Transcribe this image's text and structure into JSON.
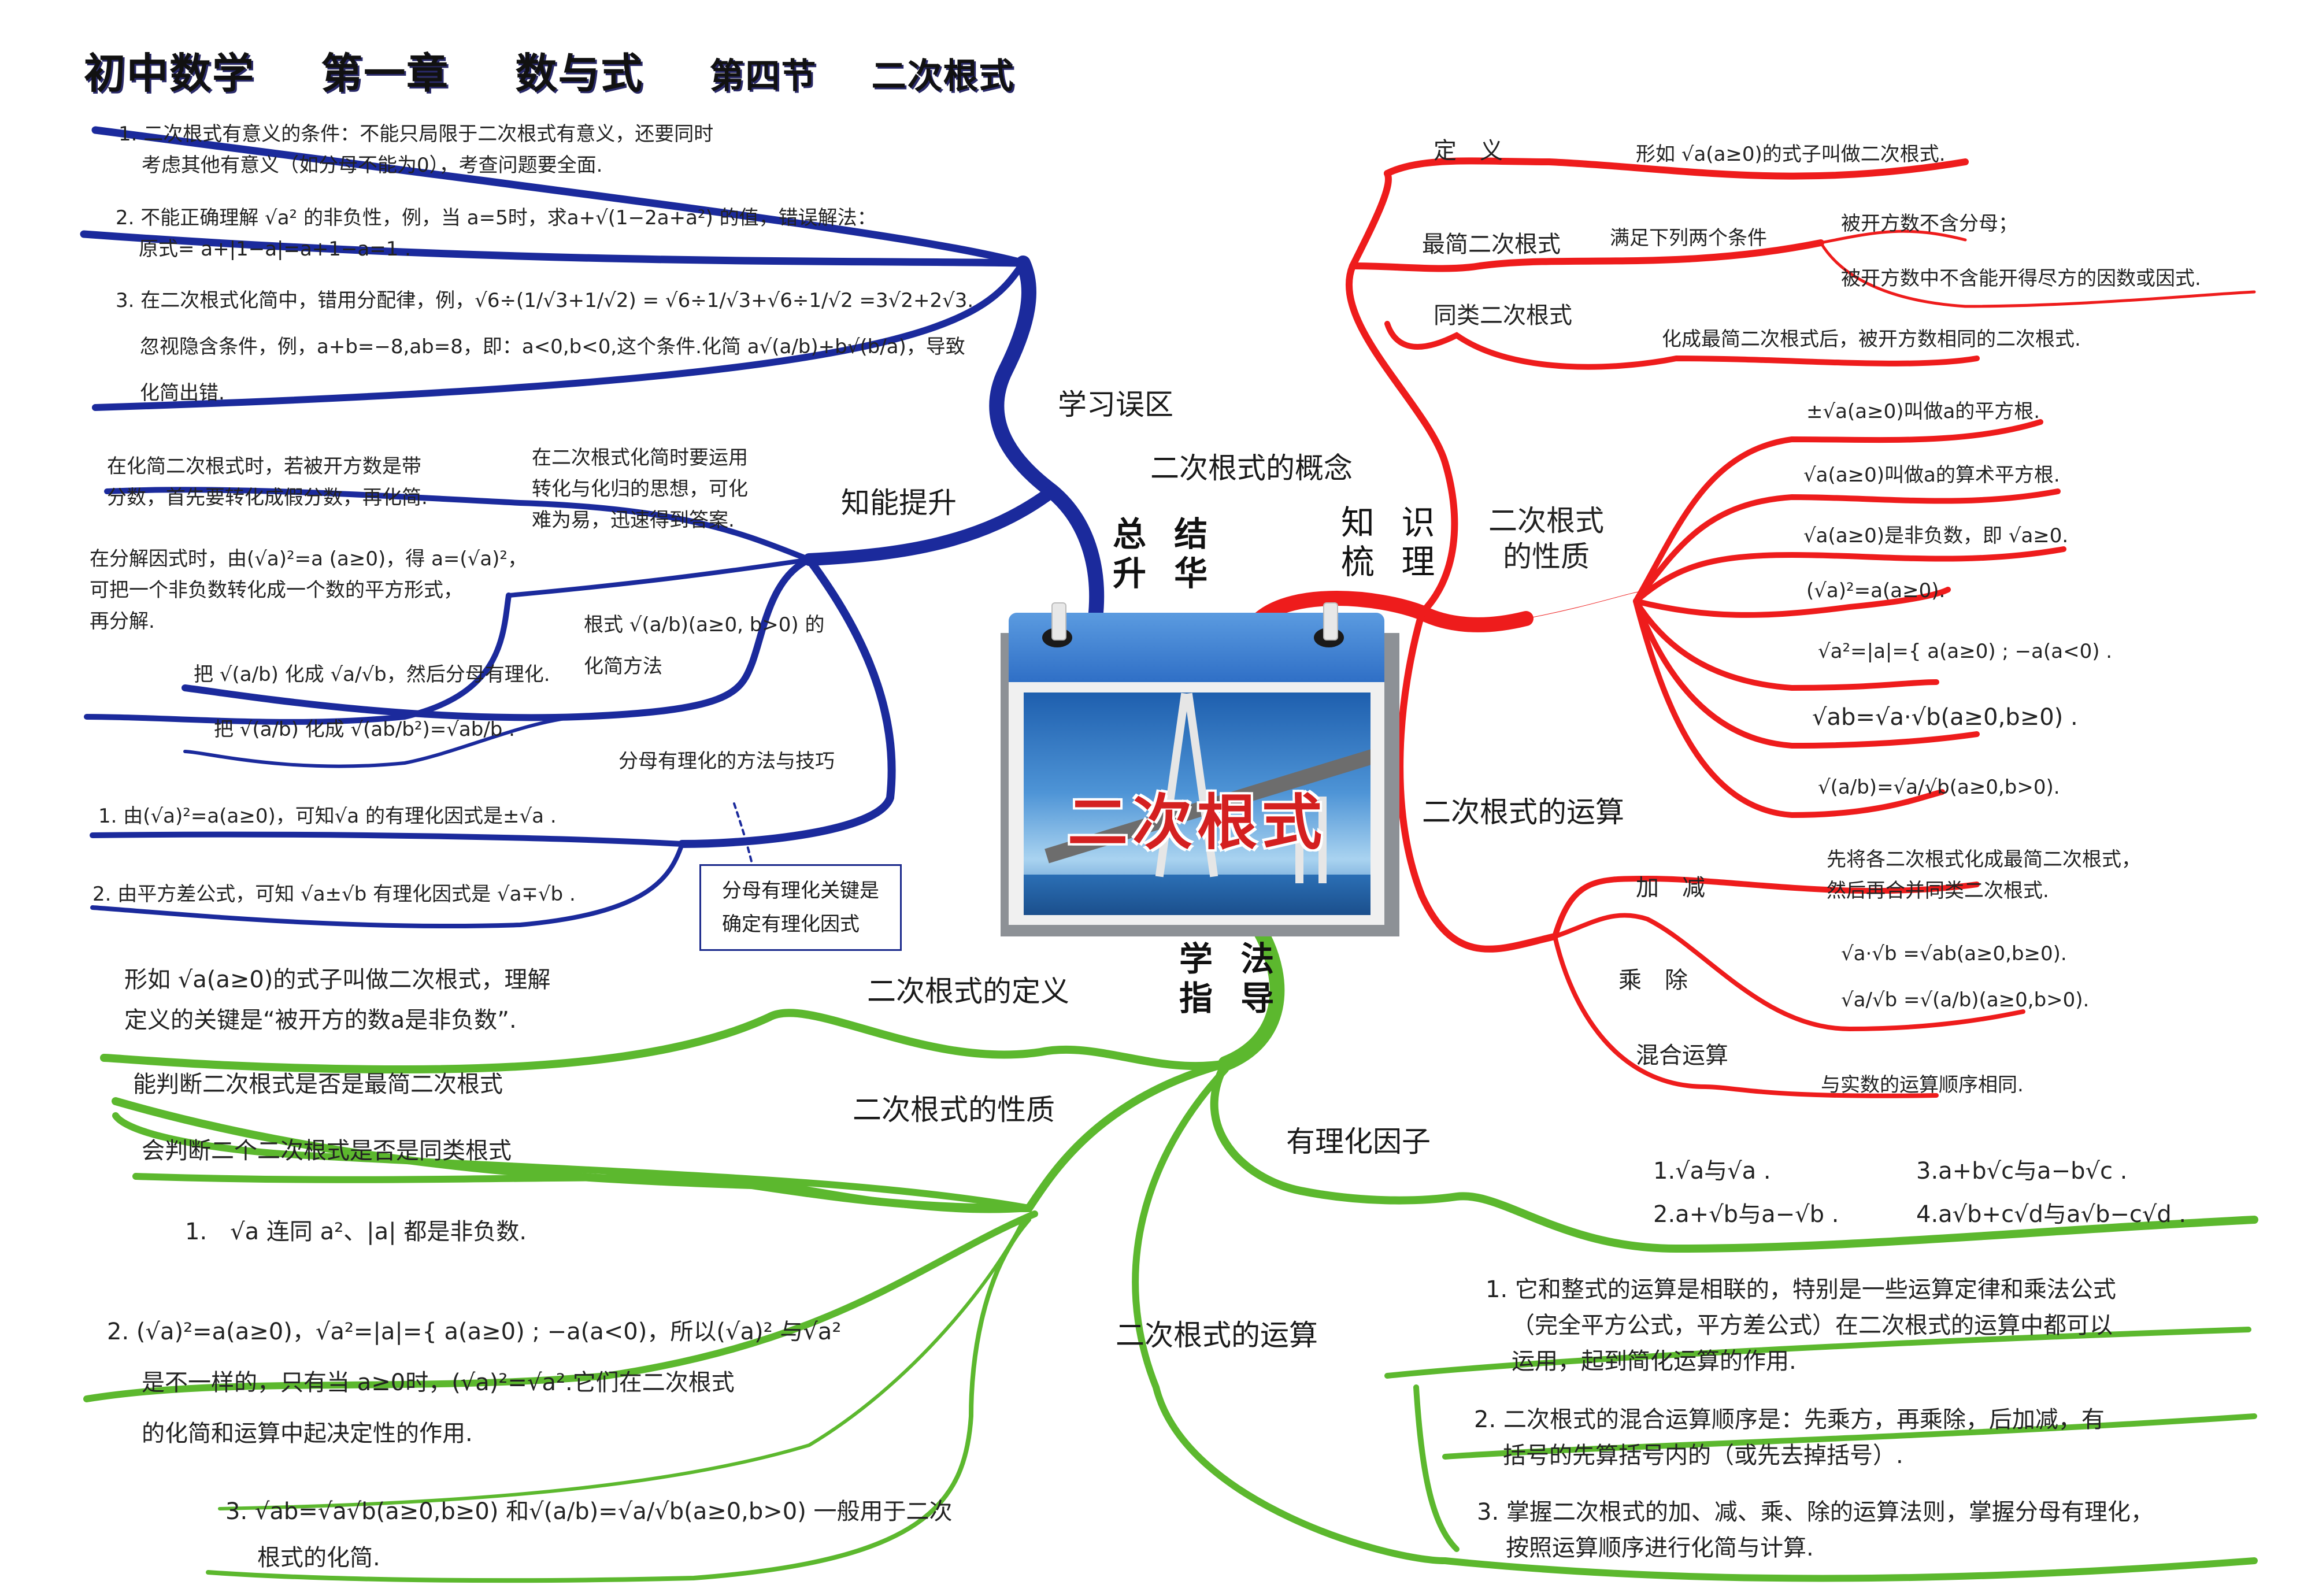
{
  "title": {
    "subject": "初中数学",
    "chapter": "第一章",
    "chapter_name": "数与式",
    "section": "第四节",
    "section_name": "二次根式"
  },
  "center": {
    "label": "二次根式",
    "icon": "calendar-bridge-image"
  },
  "colors": {
    "blue_branch": "#1b2a9c",
    "red_branch": "#ee1c1c",
    "green_branch": "#5cb82e",
    "calendar_head": "#3a7ad0",
    "center_text": "#d42020"
  },
  "hubs": {
    "summary": {
      "line1": "总 结",
      "line2": "升 华"
    },
    "knowledge": {
      "line1": "知 识",
      "line2": "梳 理"
    },
    "method": {
      "line1": "学 法",
      "line2": "指 导"
    }
  },
  "blue": {
    "mistakes": {
      "label": "学习误区",
      "items": [
        {
          "line1": "1. 二次根式有意义的条件：不能只局限于二次根式有意义，还要同时",
          "line2": "考虑其他有意义（如分母不能为0），考查问题要全面."
        },
        {
          "line1": "2. 不能正确理解 √a² 的非负性，例，当 a=5时，求a+√(1−2a+a²) 的值，错误解法：",
          "line2": "原式= a+|1−a|=a+1−a=1 ."
        },
        {
          "line1": "3. 在二次根式化简中，错用分配律，例，√6÷(1/√3+1/√2) = √6÷1/√3+√6÷1/√2 =3√2+2√3.",
          "line2": "忽视隐含条件，例，a+b=−8,ab=8，即：a<0,b<0,这个条件.化简 a√(a/b)+b√(b/a)，导致",
          "line3": "化简出错."
        }
      ]
    },
    "improve": {
      "label": "知能提升",
      "items": [
        {
          "line1": "在化简二次根式时，若被开方数是带",
          "line2": "分数，首先要转化成假分数，再化简."
        },
        {
          "line1": "在二次根式化简时要运用",
          "line2": "转化与化归的思想，可化",
          "line3": "难为易，迅速得到答案."
        },
        {
          "line1": "在分解因式时，由(√a)²=a (a≥0)，得 a=(√a)²，",
          "line2": "可把一个非负数转化成一个数的平方形式，",
          "line3": "再分解."
        },
        {
          "line1": "根式 √(a/b)(a≥0, b>0) 的",
          "line2": "化简方法"
        },
        {
          "text": "把 √(a/b) 化成 √a/√b，然后分母有理化."
        },
        {
          "text": "把 √(a/b) 化成 √(ab/b²)=√ab/b ."
        },
        {
          "text": "分母有理化的方法与技巧"
        },
        {
          "text": "1. 由(√a)²=a(a≥0)，可知√a 的有理化因式是±√a ."
        },
        {
          "text": "2. 由平方差公式，可知 √a±√b 有理化因式是 √a∓√b ."
        }
      ],
      "box": {
        "line1": "分母有理化关键是",
        "line2": "确定有理化因式"
      }
    }
  },
  "red": {
    "concept": {
      "label": "二次根式的概念",
      "definition": {
        "label": "定　义",
        "text": "形如 √a(a≥0)的式子叫做二次根式."
      },
      "simplest": {
        "label": "最简二次根式",
        "condition": "满足下列两个条件",
        "items": [
          "被开方数不含分母；",
          "被开方数中不含能开得尽方的因数或因式."
        ]
      },
      "similar": {
        "label": "同类二次根式",
        "text": "化成最简二次根式后，被开方数相同的二次根式."
      }
    },
    "properties": {
      "label_line1": "二次根式",
      "label_line2": "的性质",
      "items": [
        "±√a(a≥0)叫做a的平方根.",
        "√a(a≥0)叫做a的算术平方根.",
        "√a(a≥0)是非负数，即 √a≥0.",
        "(√a)²=a(a≥0).",
        "√a²=|a|={ a(a≥0) ; −a(a<0) .",
        "√ab=√a·√b(a≥0,b≥0) .",
        "√(a/b)=√a/√b(a≥0,b>0)."
      ]
    },
    "operations": {
      "label": "二次根式的运算",
      "add": {
        "label": "加　减",
        "line1": "先将各二次根式化成最简二次根式，",
        "line2": "然后再合并同类二次根式."
      },
      "mul": {
        "label": "乘　除",
        "line1": "√a·√b =√ab(a≥0,b≥0).",
        "line2": "√a/√b =√(a/b)(a≥0,b>0)."
      },
      "mixed": {
        "label": "混合运算",
        "text": "与实数的运算顺序相同."
      }
    }
  },
  "green": {
    "definition": {
      "label": "二次根式的定义",
      "line1": "形如 √a(a≥0)的式子叫做二次根式，理解",
      "line2": "定义的关键是“被开方的数a是非负数”."
    },
    "properties": {
      "label": "二次根式的性质",
      "items": [
        {
          "text": "能判断二次根式是否是最简二次根式"
        },
        {
          "text": "会判断二个二次根式是否是同类根式"
        },
        {
          "text": "1.　√a 连同 a²、|a| 都是非负数."
        },
        {
          "line1": "2. (√a)²=a(a≥0)，√a²=|a|={ a(a≥0) ; −a(a<0)，所以(√a)² 与√a²",
          "line2": "是不一样的，只有当 a≥0时，(√a)²=√a².它们在二次根式",
          "line3": "的化简和运算中起决定性的作用."
        },
        {
          "line1": "3. √ab=√a√b(a≥0,b≥0) 和√(a/b)=√a/√b(a≥0,b>0) 一般用于二次",
          "line2": "根式的化简."
        }
      ]
    },
    "rationalizing": {
      "label": "有理化因子",
      "items": [
        "1.√a与√a .",
        "2.a+√b与a−√b .",
        "3.a+b√c与a−b√c .",
        "4.a√b+c√d与a√b−c√d ."
      ]
    },
    "operations": {
      "label": "二次根式的运算",
      "items": [
        {
          "line1": "1. 它和整式的运算是相联的，特别是一些运算定律和乘法公式",
          "line2": "（完全平方公式，平方差公式）在二次根式的运算中都可以",
          "line3": "运用，起到简化运算的作用."
        },
        {
          "line1": "2. 二次根式的混合运算顺序是：先乘方，再乘除，后加减，有",
          "line2": "括号的先算括号内的（或先去掉括号）."
        },
        {
          "line1": "3. 掌握二次根式的加、减、乘、除的运算法则，掌握分母有理化，",
          "line2": "按照运算顺序进行化简与计算."
        }
      ]
    }
  }
}
